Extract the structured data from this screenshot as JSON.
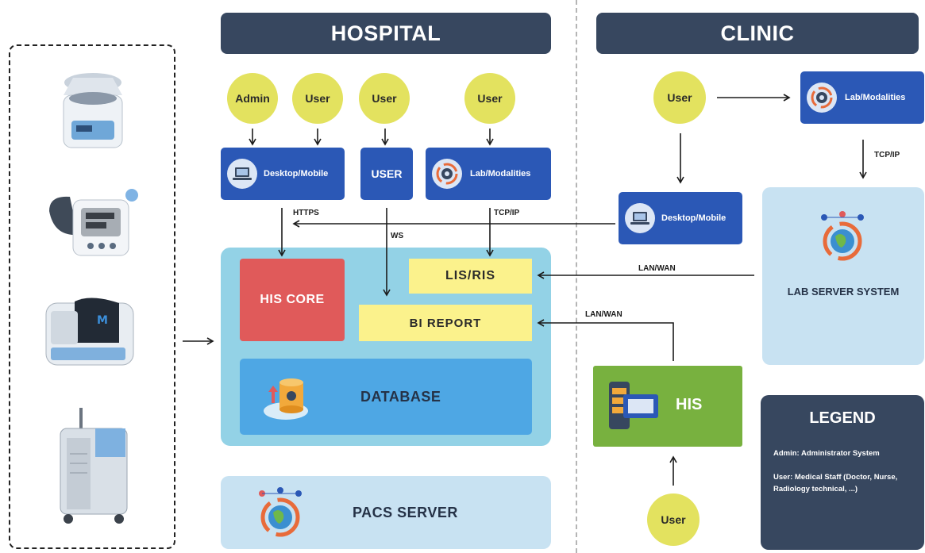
{
  "headers": {
    "hospital": "HOSPITAL",
    "clinic": "CLINIC"
  },
  "hospital": {
    "admin": "Admin",
    "user1": "User",
    "user2": "User",
    "user3": "User",
    "desktop_mobile": "Desktop/Mobile",
    "user_box": "USER",
    "lab_modalities": "Lab/Modalities",
    "his_core": "HIS CORE",
    "lis_ris": "LIS/RIS",
    "bi_report": "BI REPORT",
    "database": "DATABASE",
    "pacs_server": "PACS SERVER"
  },
  "clinic": {
    "user_top": "User",
    "lab_modalities": "Lab/Modalities",
    "desktop_mobile": "Desktop/Mobile",
    "lab_server": "LAB SERVER SYSTEM",
    "his": "HIS",
    "user_bottom": "User"
  },
  "connections": {
    "https": "HTTPS",
    "ws": "WS",
    "tcpip_hospital": "TCP/IP",
    "tcpip_clinic": "TCP/IP",
    "lanwan_lis": "LAN/WAN",
    "lanwan_bi": "LAN/WAN"
  },
  "legend": {
    "title": "LEGEND",
    "item1": "Admin: Administrator System",
    "item2": "User: Medical Staff (Doctor, Nurse, Radiology technical, ...)"
  },
  "devices": [
    "centrifuge-device",
    "blood-pressure-monitor",
    "lab-analyzer",
    "imaging-cart"
  ],
  "colors": {
    "header": "#37475f",
    "user_circle": "#e3e25f",
    "blue_box": "#2b58b6",
    "his_core": "#e05a5a",
    "yellow_box": "#fbf28c",
    "database": "#4ea7e4",
    "system_panel": "#93d2e6",
    "light_panel": "#c8e2f2",
    "his_green": "#78b13f"
  }
}
